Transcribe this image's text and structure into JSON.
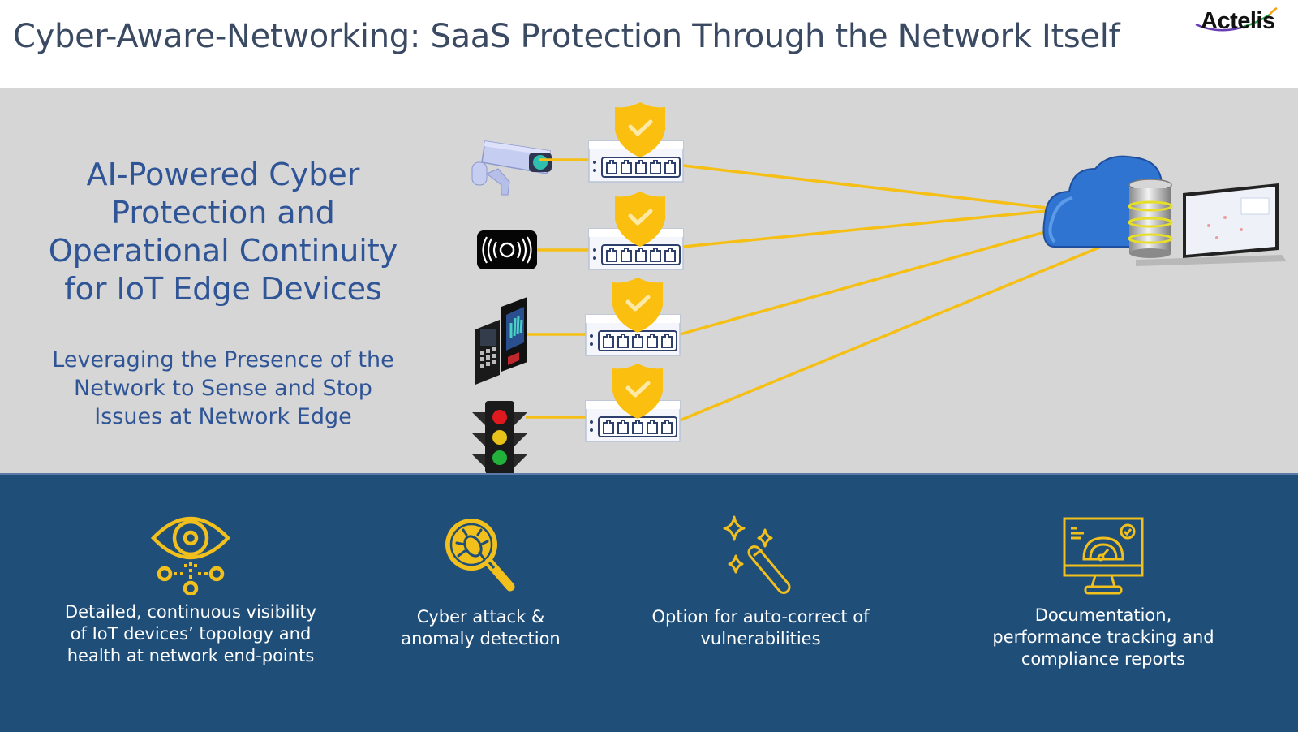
{
  "header": {
    "title": "Cyber-Aware-Networking: SaaS Protection Through the Network Itself",
    "logo_text": "Actelis"
  },
  "left_panel": {
    "headline_lines": [
      "AI-Powered Cyber",
      "Protection and",
      "Operational Continuity",
      "for IoT Edge Devices"
    ],
    "subline_lines": [
      "Leveraging the Presence of the",
      "Network to Sense and Stop",
      "Issues at Network Edge"
    ]
  },
  "diagram": {
    "devices": [
      {
        "name": "security-camera",
        "icon": "camera-icon"
      },
      {
        "name": "wireless-sensor",
        "icon": "sensor-icon"
      },
      {
        "name": "access-control-keypad",
        "icon": "keypad-icon"
      },
      {
        "name": "traffic-light",
        "icon": "traffic-light-icon"
      }
    ],
    "switch_icon": "network-switch-icon",
    "shield_icon": "shield-check-icon",
    "destination": [
      "cloud-icon",
      "database-icon",
      "laptop-icon"
    ],
    "colors": {
      "link": "#f5bf16",
      "shield": "#fbbf0f"
    }
  },
  "features": [
    {
      "icon": "eye-network-icon",
      "lines": [
        "Detailed, continuous visibility",
        "of IoT devices’ topology and",
        "health at network end-points"
      ]
    },
    {
      "icon": "bug-search-icon",
      "lines": [
        "Cyber attack &",
        "anomaly detection"
      ]
    },
    {
      "icon": "magic-wand-icon",
      "lines": [
        "Option for auto-correct of",
        "vulnerabilities"
      ]
    },
    {
      "icon": "monitor-gauge-icon",
      "lines": [
        "Documentation,",
        "performance tracking and",
        "compliance reports"
      ]
    }
  ],
  "colors": {
    "title": "#3a4a63",
    "accent_blue": "#2f5597",
    "band_blue": "#1f4e79",
    "grey_bg": "#d6d6d6",
    "icon_yellow": "#f2c01c"
  }
}
